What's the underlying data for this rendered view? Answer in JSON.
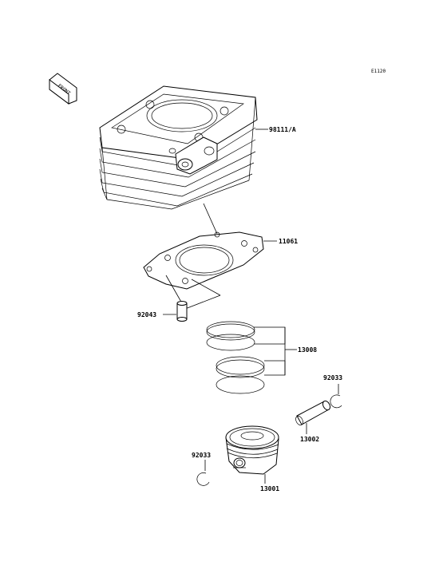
{
  "diagram": {
    "code": "E1120",
    "front_label": "FRONT",
    "callouts": {
      "cylinder": "98111/A",
      "gasket": "11061",
      "dowel_pin": "92043",
      "piston_rings": "13008",
      "circlip_right": "92033",
      "piston_pin": "13002",
      "circlip_left": "92033",
      "piston": "13001"
    }
  }
}
